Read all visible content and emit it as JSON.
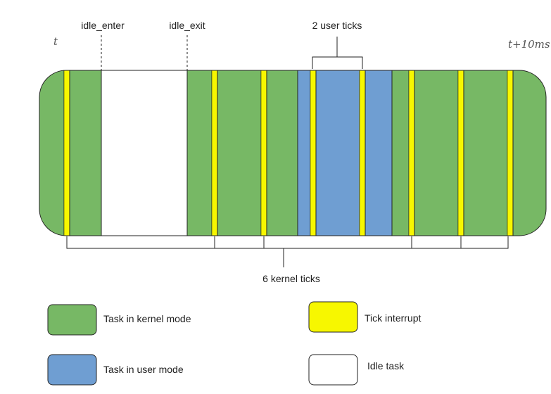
{
  "colors": {
    "kernel": "#77b865",
    "user": "#6f9ed2",
    "tick": "#f7f700",
    "idle": "#ffffff",
    "outline": "#222222"
  },
  "timeline": {
    "start_label": "t",
    "end_label": "t+10ms"
  },
  "annotations": {
    "idle_enter": "idle_enter",
    "idle_exit": "idle_exit",
    "user_ticks": "2 user ticks",
    "kernel_ticks": "6 kernel ticks"
  },
  "segments": [
    {
      "mode": "kernel",
      "name": "segment-kernel-1"
    },
    {
      "mode": "tick",
      "name": "tick-interrupt-1"
    },
    {
      "mode": "kernel",
      "name": "segment-kernel-2"
    },
    {
      "mode": "idle",
      "name": "segment-idle"
    },
    {
      "mode": "kernel",
      "name": "segment-kernel-3"
    },
    {
      "mode": "tick",
      "name": "tick-interrupt-2"
    },
    {
      "mode": "kernel",
      "name": "segment-kernel-4"
    },
    {
      "mode": "tick",
      "name": "tick-interrupt-3"
    },
    {
      "mode": "kernel",
      "name": "segment-kernel-5"
    },
    {
      "mode": "user",
      "name": "segment-user-1"
    },
    {
      "mode": "tick",
      "name": "tick-interrupt-4"
    },
    {
      "mode": "user",
      "name": "segment-user-2"
    },
    {
      "mode": "tick",
      "name": "tick-interrupt-5"
    },
    {
      "mode": "user",
      "name": "segment-user-3"
    },
    {
      "mode": "kernel",
      "name": "segment-kernel-6"
    },
    {
      "mode": "tick",
      "name": "tick-interrupt-6"
    },
    {
      "mode": "kernel",
      "name": "segment-kernel-7"
    },
    {
      "mode": "tick",
      "name": "tick-interrupt-7"
    },
    {
      "mode": "kernel",
      "name": "segment-kernel-8"
    },
    {
      "mode": "tick",
      "name": "tick-interrupt-8"
    },
    {
      "mode": "kernel",
      "name": "segment-kernel-9"
    }
  ],
  "legend": {
    "kernel": "Task in kernel mode",
    "user": "Task in user mode",
    "tick": "Tick interrupt",
    "idle": "Idle task"
  }
}
